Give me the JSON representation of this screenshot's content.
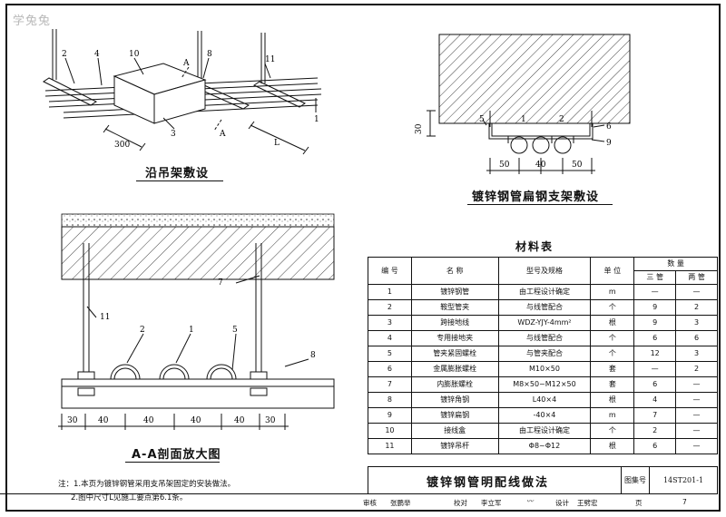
{
  "watermark": "学兔兔",
  "captions": {
    "hanger": "沿吊架敷设",
    "flat_bracket": "镀锌钢管扁钢支架敷设",
    "section": "A-A剖面放大图"
  },
  "views": {
    "iso": {
      "labels": [
        "2",
        "4",
        "10",
        "A",
        "8",
        "11",
        "3",
        "A",
        "1"
      ],
      "dims": [
        "300",
        "L"
      ]
    },
    "flat": {
      "labels": [
        "5",
        "1",
        "2",
        "6",
        "9"
      ],
      "side_dim": "30",
      "dims": [
        "50",
        "40",
        "50"
      ]
    },
    "section": {
      "labels": [
        "2",
        "1",
        "5",
        "7",
        "11",
        "8"
      ],
      "dims": [
        "30",
        "40",
        "40",
        "40",
        "40",
        "30"
      ]
    }
  },
  "materials": {
    "title": "材料表",
    "headers": {
      "no": "编 号",
      "name": "名 称",
      "spec": "型号及规格",
      "unit": "单 位",
      "qty": "数 量",
      "qty_a": "三 管",
      "qty_b": "两 管"
    },
    "rows": [
      {
        "no": "1",
        "name": "镀锌钢管",
        "spec": "由工程设计确定",
        "unit": "m",
        "a": "—",
        "b": "—"
      },
      {
        "no": "2",
        "name": "鞍型管夹",
        "spec": "与线管配合",
        "unit": "个",
        "a": "9",
        "b": "2"
      },
      {
        "no": "3",
        "name": "跨接地线",
        "spec": "WDZ-YJY-4mm²",
        "unit": "根",
        "a": "9",
        "b": "3"
      },
      {
        "no": "4",
        "name": "专用接地夹",
        "spec": "与线管配合",
        "unit": "个",
        "a": "6",
        "b": "6"
      },
      {
        "no": "5",
        "name": "管夹紧固螺栓",
        "spec": "与管夹配合",
        "unit": "个",
        "a": "12",
        "b": "3"
      },
      {
        "no": "6",
        "name": "金属膨胀螺栓",
        "spec": "M10×50",
        "unit": "套",
        "a": "—",
        "b": "2"
      },
      {
        "no": "7",
        "name": "内膨胀螺栓",
        "spec": "M8×50~M12×50",
        "unit": "套",
        "a": "6",
        "b": "—"
      },
      {
        "no": "8",
        "name": "镀锌角钢",
        "spec": "L40×4",
        "unit": "根",
        "a": "4",
        "b": "—"
      },
      {
        "no": "9",
        "name": "镀锌扁钢",
        "spec": "-40×4",
        "unit": "m",
        "a": "7",
        "b": "—"
      },
      {
        "no": "10",
        "name": "接线盒",
        "spec": "由工程设计确定",
        "unit": "个",
        "a": "2",
        "b": "—"
      },
      {
        "no": "11",
        "name": "镀锌吊杆",
        "spec": "Φ8~Φ12",
        "unit": "根",
        "a": "6",
        "b": "—"
      }
    ]
  },
  "title_block": {
    "title": "镀锌钢管明配线做法",
    "atlas_label": "图集号",
    "atlas_no": "14ST201-1",
    "page_label": "页",
    "page_no": "7",
    "review": "审核",
    "review_name": "张鹏举",
    "check": "校对",
    "check_name": "李立军",
    "design": "设计",
    "design_name": "王劈宏"
  },
  "notes": [
    "注：1.本页为镀锌钢管采用支吊架固定的安装做法。",
    "2.图中尺寸L见施工要点第6.1条。"
  ]
}
